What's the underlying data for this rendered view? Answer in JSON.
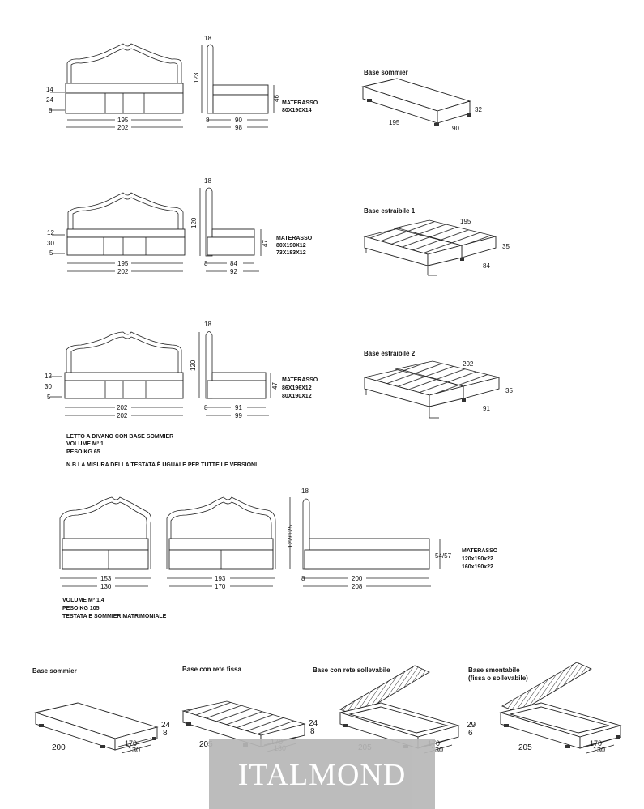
{
  "watermark": "ITALMOND",
  "row1": {
    "front": {
      "d195": "195",
      "d202": "202",
      "d14": "14",
      "d24": "24",
      "d8": "8"
    },
    "side": {
      "d18": "18",
      "d123": "123",
      "d46": "46",
      "d8": "8",
      "d90": "90",
      "d98": "98"
    },
    "mattress": {
      "title": "MATERASSO",
      "size1": "80X190X14"
    },
    "base": {
      "label": "Base sommier",
      "w": "195",
      "d": "90",
      "h": "32"
    }
  },
  "row2": {
    "front": {
      "d195": "195",
      "d202": "202",
      "d12": "12",
      "d30": "30",
      "d5": "5"
    },
    "side": {
      "d18": "18",
      "d120": "120",
      "d47": "47",
      "d8": "8",
      "d84": "84",
      "d92": "92"
    },
    "mattress": {
      "title": "MATERASSO",
      "size1": "80X190X12",
      "size2": "73X183X12"
    },
    "base": {
      "label": "Base estraibile 1",
      "w": "195",
      "d": "84",
      "h": "35"
    }
  },
  "row3": {
    "front": {
      "d202a": "202",
      "d202b": "202",
      "d12": "12",
      "d30": "30",
      "d5": "5"
    },
    "side": {
      "d18": "18",
      "d120": "120",
      "d47": "47",
      "d8": "8",
      "d91": "91",
      "d99": "99"
    },
    "mattress": {
      "title": "MATERASSO",
      "size1": "86X196X12",
      "size2": "80X190X12"
    },
    "base": {
      "label": "Base estraibile 2",
      "w": "202",
      "d": "91",
      "h": "35"
    }
  },
  "notes1": {
    "line1": "LETTO A DIVANO CON BASE SOMMIER",
    "line2": "VOLUME M³ 1",
    "line3": "PESO KG 65",
    "line4": "N.B LA MISURA DELLA TESTATA È UGUALE PER TUTTE LE VERSIONI"
  },
  "row4": {
    "front1": {
      "d153": "153",
      "d130": "130"
    },
    "front2": {
      "d193": "193",
      "d170": "170"
    },
    "side": {
      "d18": "18",
      "d122": "122/125",
      "d54": "54/57",
      "d8": "8",
      "d200": "200",
      "d208": "208"
    },
    "mattress": {
      "title": "MATERASSO",
      "size1": "120x190x22",
      "size2": "160x190x22"
    }
  },
  "notes2": {
    "line1": "VOLUME M³ 1,4",
    "line2": "PESO KG 105",
    "line3": "TESTATA E SOMMIER MATRIMONIALE"
  },
  "bases": {
    "b1": {
      "label": "Base sommier",
      "w": "200",
      "h1": "24",
      "h2": "8",
      "d1": "170",
      "d2": "130"
    },
    "b2": {
      "label": "Base con rete fissa",
      "w": "205",
      "h1": "24",
      "h2": "8",
      "d1": "170",
      "d2": "130"
    },
    "b3": {
      "label": "Base con rete sollevabile",
      "w": "205",
      "h1": "29",
      "h2": "6",
      "d1": "170",
      "d2": "130"
    },
    "b4": {
      "label": "Base smontabile",
      "label2": "(fissa o sollevabile)",
      "w": "205",
      "d1": "170",
      "d2": "130"
    }
  }
}
